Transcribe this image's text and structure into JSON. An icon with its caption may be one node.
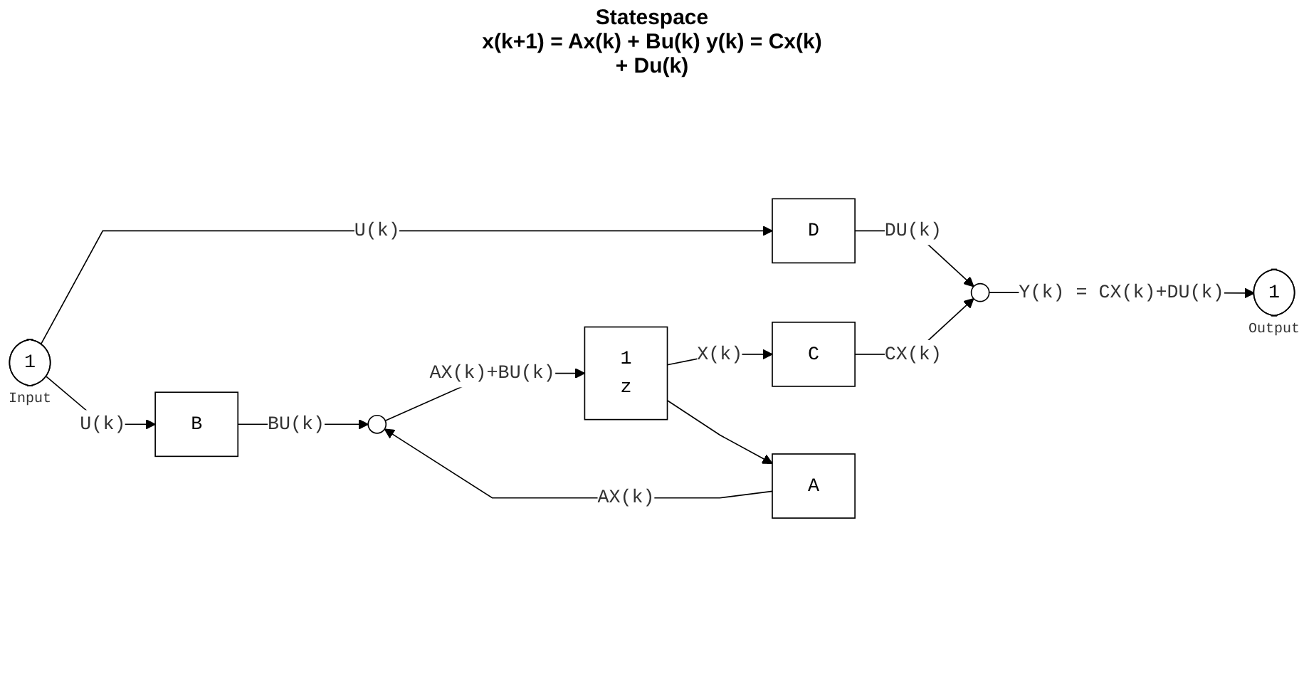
{
  "diagram": {
    "title": "Statespace",
    "caption": "x(k+1) = Ax(k) + Bu(k) y(k) = Cx(k) + Du(k)",
    "nodes": [
      {
        "text": [
          "D"
        ]
      },
      {
        "text": [],
        "shape": "circle"
      },
      {
        "text": [
          "1"
        ],
        "beside": [
          "Output"
        ]
      },
      {
        "text": [
          "C"
        ]
      },
      {
        "text": [
          "1"
        ],
        "beside": [
          "Input"
        ]
      },
      {
        "text": [
          "B"
        ]
      },
      {
        "text": [],
        "shape": "circle"
      },
      {
        "text": [
          "1",
          "z"
        ]
      },
      {
        "text": [
          "A"
        ]
      }
    ],
    "edges": [
      {
        "from": 4,
        "to": 5,
        "arrow": "to",
        "label": "U(k)"
      },
      {
        "from": 4,
        "to": 0,
        "arrow": "to",
        "label": "U(k)"
      },
      {
        "from": 0,
        "to": 1,
        "arrow": "to",
        "label": "DU(k)"
      },
      {
        "from": 1,
        "to": 2,
        "arrow": "to",
        "label": "Y(k) = CX(k)+DU(k)"
      },
      {
        "from": 5,
        "to": 6,
        "arrow": "to",
        "label": "BU(k)"
      },
      {
        "from": 6,
        "to": 7,
        "arrow": "to",
        "label": "AX(k)+BU(k)"
      },
      {
        "from": 7,
        "to": 3,
        "arrow": "to",
        "label": "X(k)"
      },
      {
        "from": 7,
        "to": 8,
        "arrow": "to"
      },
      {
        "from": 3,
        "to": 1,
        "arrow": "to",
        "label": "CX(k)"
      },
      {
        "from": 8,
        "to": 6,
        "arrow": "to",
        "label": "AX(k)"
      }
    ]
  }
}
